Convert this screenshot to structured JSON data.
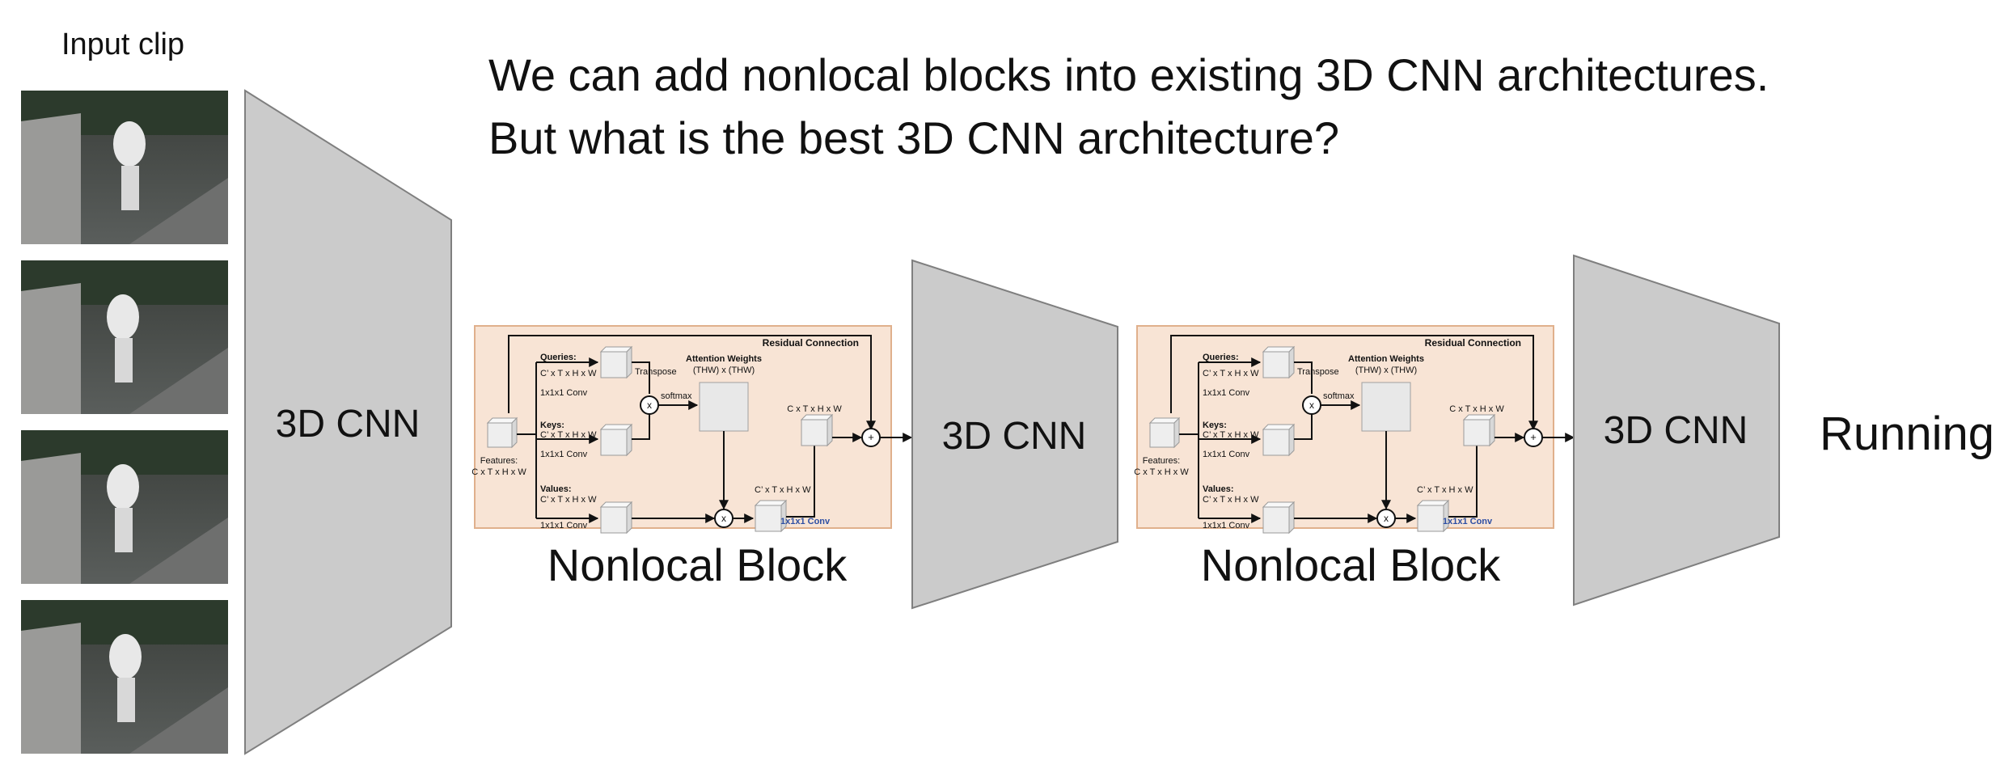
{
  "input_label": "Input clip",
  "headline": {
    "line1": "We can add nonlocal blocks into existing 3D CNN architectures.",
    "line2": "But what is the best 3D CNN architecture?"
  },
  "cnn_label": "3D CNN",
  "output_label": "Running",
  "nonlocal": {
    "title": "Nonlocal Block",
    "residual": "Residual Connection",
    "queries": "Queries:",
    "keys": "Keys:",
    "values": "Values:",
    "dims_prime": "C’ x T x H x W",
    "dims": "C x T x H x W",
    "conv": "1x1x1 Conv",
    "transpose": "Transpose",
    "softmax": "softmax",
    "attention_title": "Attention Weights",
    "attention_dims": "(THW) x (THW)",
    "features": "Features:",
    "features_dims": "C x T x H x W",
    "times": "x",
    "plus": "+"
  },
  "colors": {
    "trapezoid_fill": "#cbcbcb",
    "trapezoid_stroke": "#7f7f7f",
    "block_fill": "#f8e4d5",
    "block_stroke": "#e0b08c",
    "conv_blue": "#2e4fa3"
  }
}
